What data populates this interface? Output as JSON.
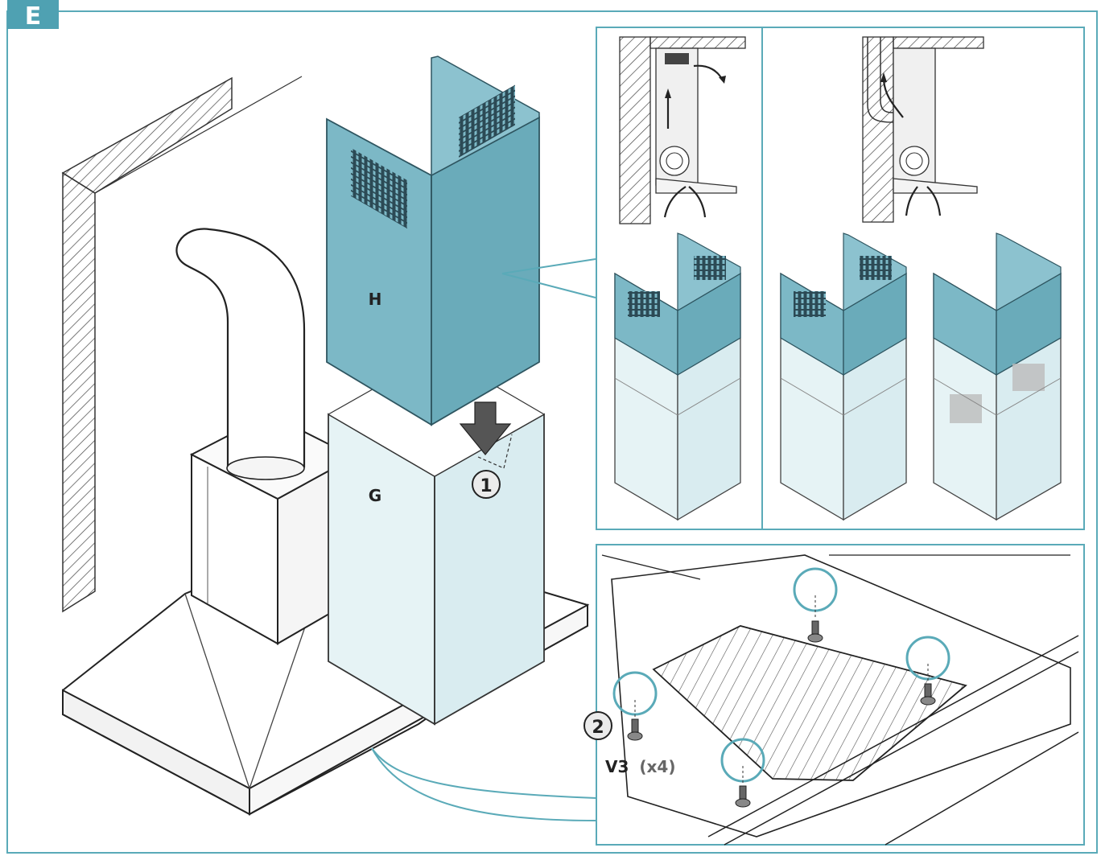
{
  "section": {
    "letter": "E"
  },
  "parts": {
    "upper_chimney": "H",
    "lower_chimney": "G"
  },
  "steps": {
    "step1": "1",
    "step2": "2"
  },
  "screw": {
    "code": "V3",
    "qty": "(x4)"
  },
  "colors": {
    "frame": "#5aaab8",
    "chimney_top": "#7cb8c6",
    "chimney_light": "#e6f3f5",
    "chimney_mid": "#cfe6eb",
    "line": "#333333"
  }
}
